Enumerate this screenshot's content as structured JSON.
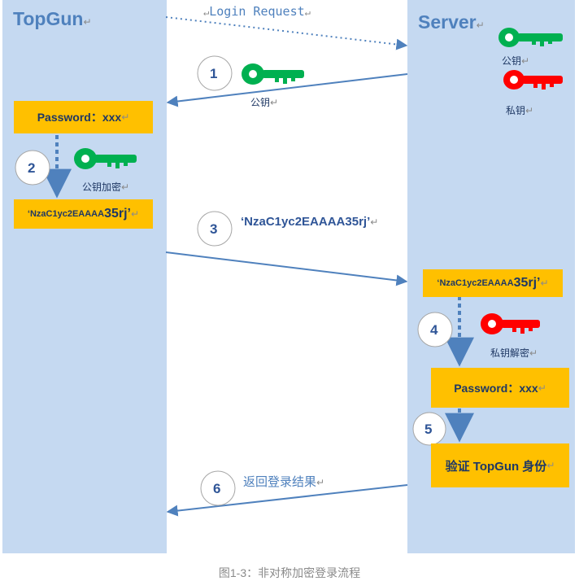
{
  "actors": {
    "client": "TopGun",
    "server": "Server"
  },
  "messages": {
    "login_request": "Login Request",
    "cipher_send": "‘NzaC1yc2EAAAA35rj’",
    "return_result": "返回登录结果"
  },
  "keys": {
    "server_public": "公钥",
    "server_private": "私钥",
    "sent_public": "公钥",
    "encrypt_label": "公钥加密",
    "decrypt_label": "私钥解密"
  },
  "boxes": {
    "client_password": "Password：xxx",
    "client_cipher_prefix": "‘NzaC1yc2EAAAA",
    "client_cipher_suffix": "35rj’",
    "server_cipher_prefix": "‘NzaC1yc2EAAAA",
    "server_cipher_suffix": "35rj’",
    "server_password": "Password：xxx",
    "verify": "验证 TopGun 身份"
  },
  "steps": [
    "1",
    "2",
    "3",
    "4",
    "5",
    "6"
  ],
  "caption": "图1-3：非对称加密登录流程",
  "colors": {
    "lane": "#c5d9f1",
    "box": "#ffc000",
    "arrow": "#4f81bd",
    "public_key": "#00b050",
    "private_key": "#ff0000",
    "title": "#4f81bd"
  }
}
